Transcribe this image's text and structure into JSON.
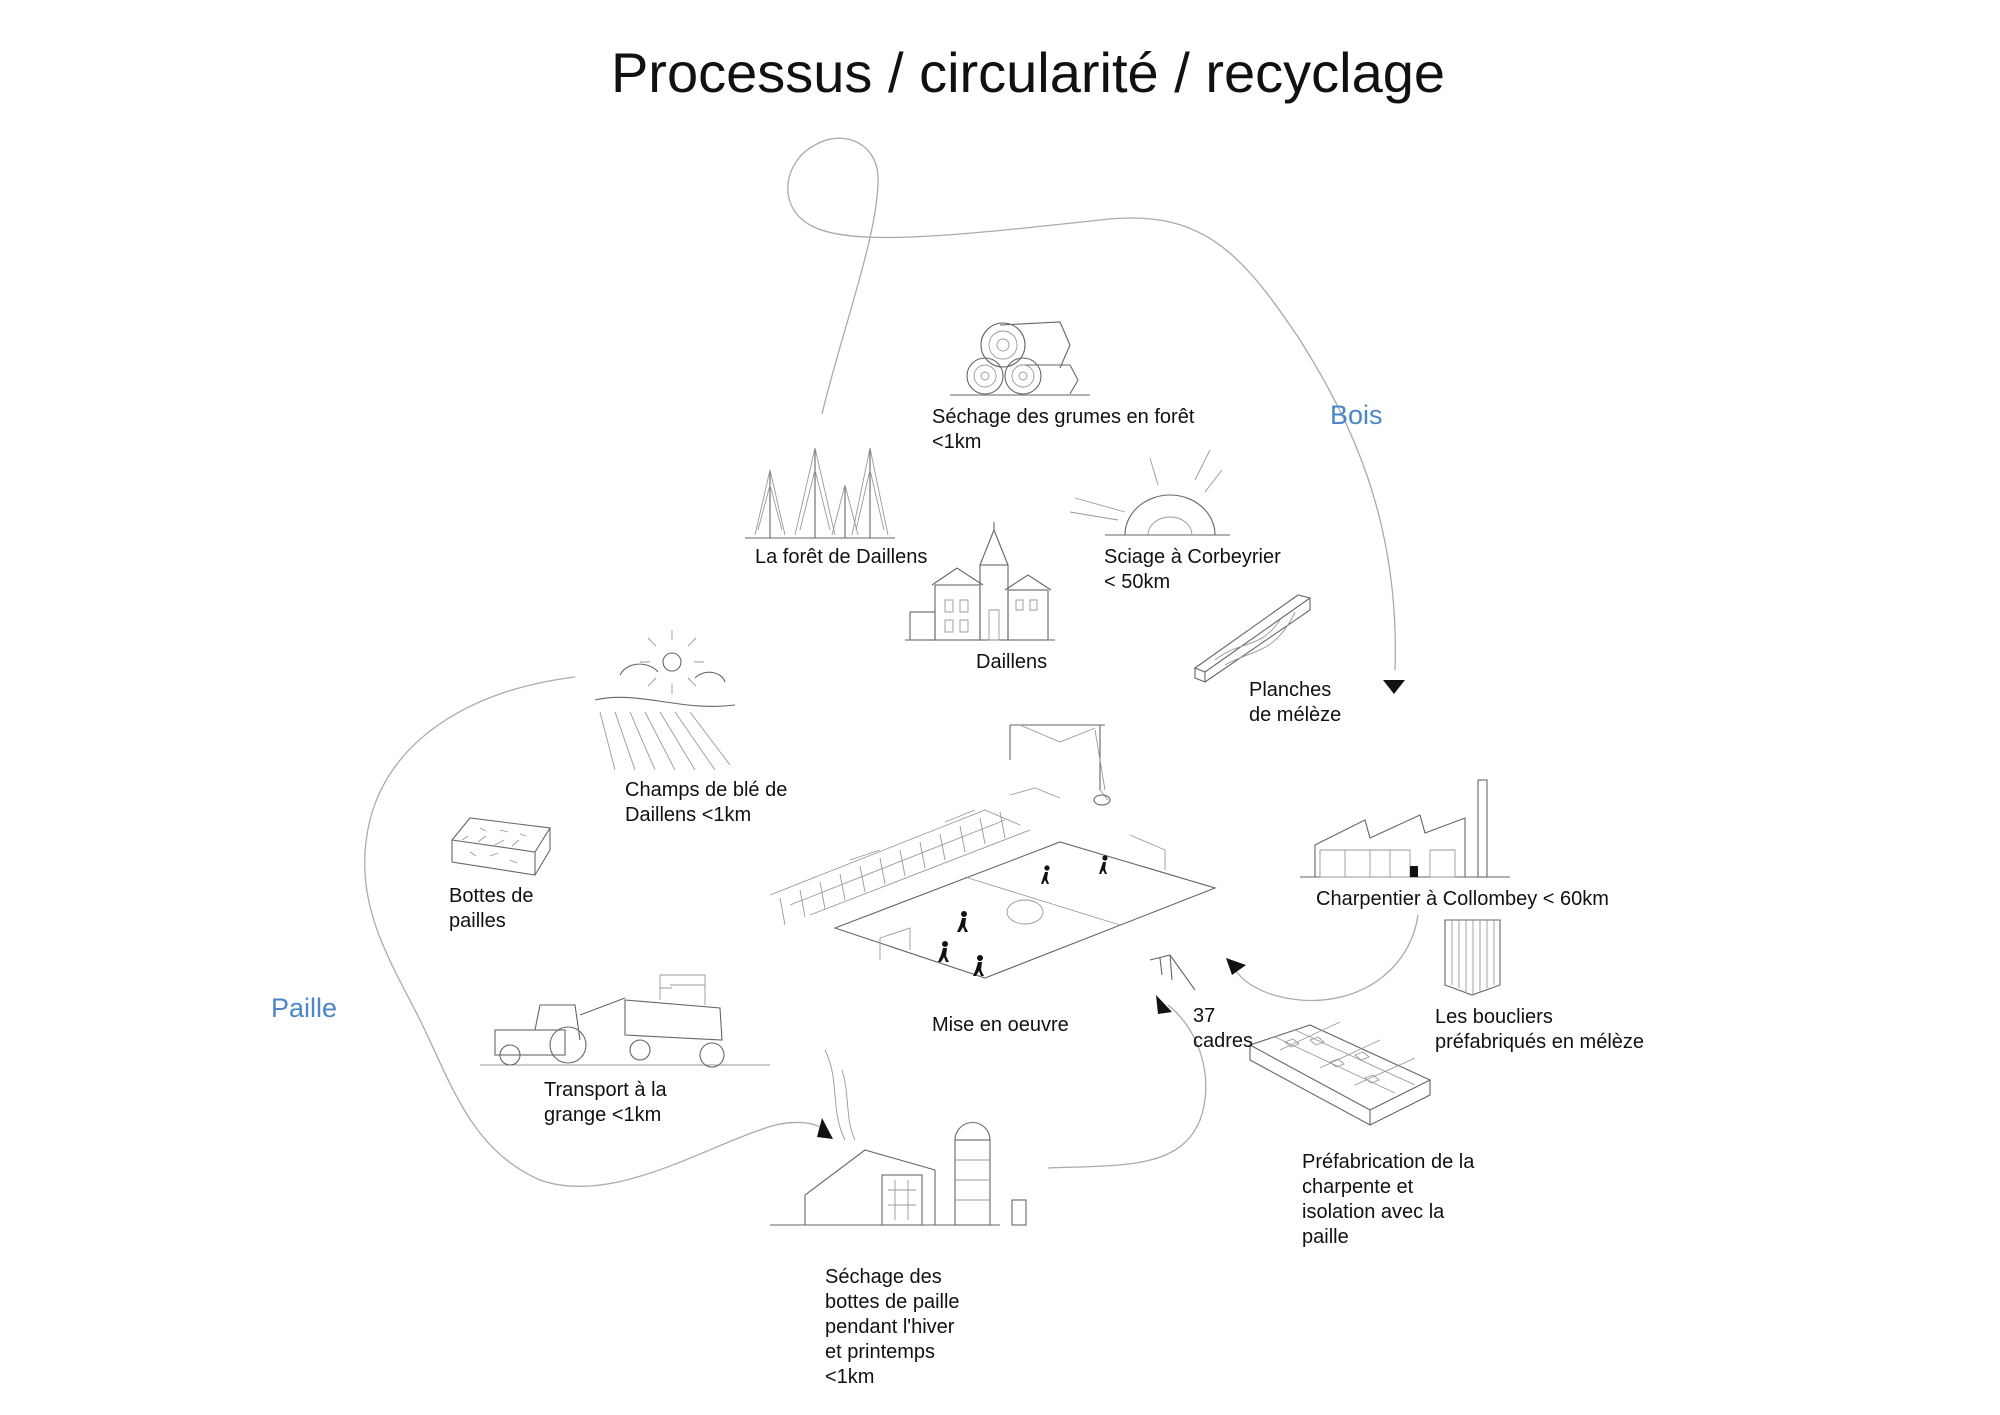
{
  "title": "Processus / circularité / recyclage",
  "categories": {
    "bois": "Bois",
    "paille": "Paille"
  },
  "colors": {
    "category_text": "#4a86c8",
    "flow_line": "#aaaaaa",
    "drawing_ink": "#666666",
    "arrow": "#111111"
  },
  "steps": {
    "sechage_grumes": "Séchage des grumes en forêt\n<1km",
    "foret": "La forêt de Daillens",
    "sciage": "Sciage à Corbeyrier\n< 50km",
    "village": "Daillens",
    "planches": "Planches\nde mélèze",
    "champs": "Champs de blé de\nDaillens <1km",
    "bottes": "Bottes de\npailles",
    "charpentier": "Charpentier à Collombey < 60km",
    "boucliers": "Les boucliers\npréfabriqués en mélèze",
    "mise_en_oeuvre": "Mise en oeuvre",
    "cadres": "37\ncadres",
    "transport": "Transport à la\ngrange <1km",
    "prefabrication": "Préfabrication de la\ncharpente et\nisolation avec la\npaille",
    "sechage_bottes": "Séchage des\nbottes de paille\npendant l'hiver\net printemps\n<1km"
  }
}
